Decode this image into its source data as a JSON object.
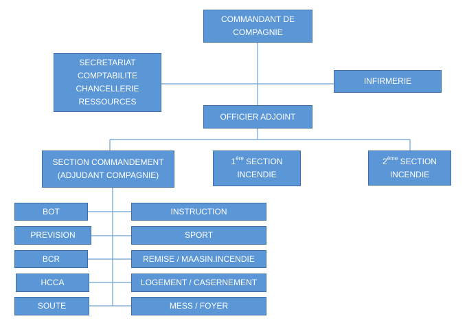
{
  "boxes": {
    "commandant": [
      "COMMANDANT DE",
      "COMPAGNIE"
    ],
    "secretariat": [
      "SECRETARIAT",
      "COMPTABILITE",
      "CHANCELLERIE",
      "RESSOURCES"
    ],
    "infirmerie": "INFIRMERIE",
    "officier_adjoint": "OFFICIER ADJOINT",
    "section_commandement": [
      "SECTION COMMANDEMENT",
      "(ADJUDANT COMPAGNIE)"
    ],
    "section1": {
      "ordinal": "1",
      "sup": "ère",
      "title": " SECTION",
      "line2": "INCENDIE"
    },
    "section2": {
      "ordinal": "2",
      "sup": "ème",
      "title": " SECTION",
      "line2": "INCENDIE"
    },
    "bot": "BOT",
    "prevision": "PREVISION",
    "bcr": "BCR",
    "hcca": "HCCA",
    "soute": "SOUTE",
    "instruction": "INSTRUCTION",
    "sport": "SPORT",
    "remise": "REMISE / MAASIN.INCENDIE",
    "logement": "LOGEMENT / CASERNEMENT",
    "mess": "MESS / FOYER"
  },
  "colors": {
    "box_fill": "#5b96d6",
    "box_border": "#3c6fa6",
    "connector": "#6a9fd4",
    "text": "#ffffff"
  }
}
